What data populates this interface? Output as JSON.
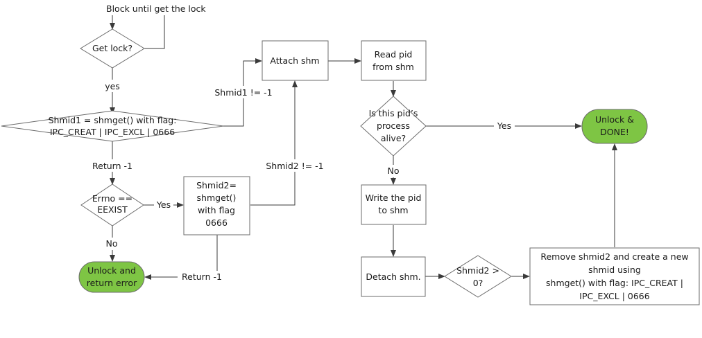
{
  "colors": {
    "terminal_fill": "#7ec544",
    "line": "#3a3a3a",
    "border": "#6b6b6b",
    "background": "#ffffff"
  },
  "nodes": {
    "get_lock": [
      "Get lock?"
    ],
    "shmid1": [
      "Shmid1 = shmget() with flag:",
      "IPC_CREAT | IPC_EXCL | 0666"
    ],
    "errno": [
      "Errno ==",
      "EEXIST"
    ],
    "shmid2": [
      "Shmid2=",
      "shmget()",
      "with flag",
      "0666"
    ],
    "unlock_error": [
      "Unlock and",
      "return error"
    ],
    "attach": [
      "Attach shm"
    ],
    "read_pid": [
      "Read pid",
      "from shm"
    ],
    "alive": [
      "Is this pid’s",
      "process",
      "alive?"
    ],
    "done": [
      "Unlock &",
      "DONE!"
    ],
    "write_pid": [
      "Write the pid",
      "to shm"
    ],
    "detach": [
      "Detach shm."
    ],
    "shmid2_gt": [
      "Shmid2 >",
      "0?"
    ],
    "remove": [
      "Remove shmid2 and create a new",
      "shmid using",
      "shmget() with flag: IPC_CREAT |",
      "IPC_EXCL | 0666"
    ]
  },
  "edge_labels": {
    "block_until": "Block until get the lock",
    "yes_lock": "yes",
    "shmid1_ne": "Shmid1 != -1",
    "return1": "Return -1",
    "yes_errno": "Yes",
    "no_errno": "No",
    "shmid2_ne": "Shmid2 != -1",
    "return2": "Return -1",
    "yes_alive": "Yes",
    "no_alive": "No"
  }
}
